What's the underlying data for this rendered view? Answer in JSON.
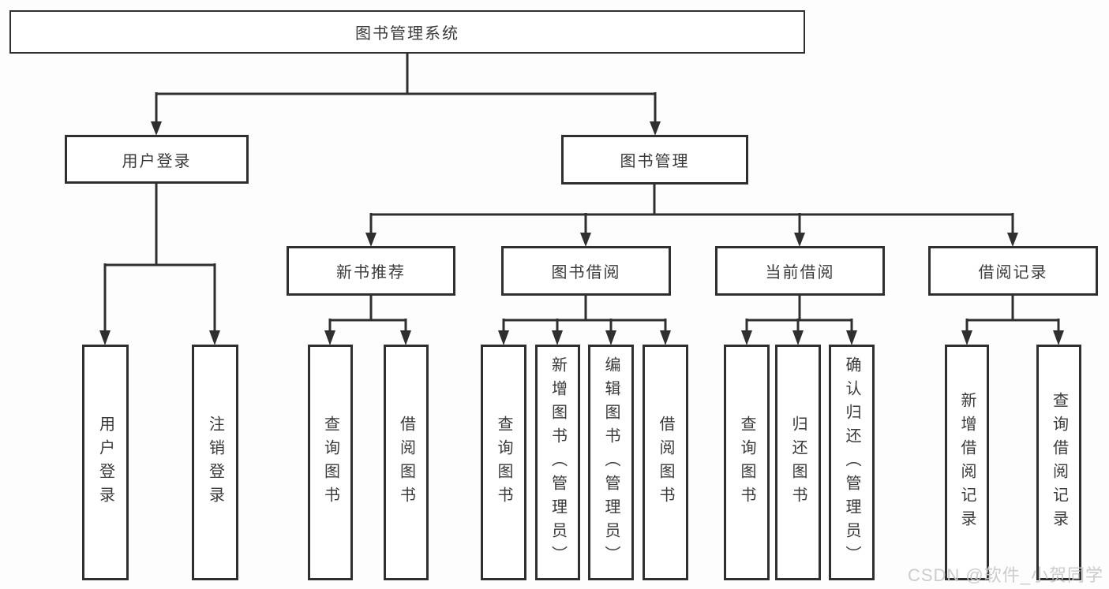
{
  "diagram_type": "hierarchy-tree",
  "tree": {
    "root": {
      "label": "图书管理系统",
      "children": [
        {
          "label": "用户登录",
          "children": [
            {
              "label": "用户登录"
            },
            {
              "label": "注销登录"
            }
          ]
        },
        {
          "label": "图书管理",
          "children": [
            {
              "label": "新书推荐",
              "children": [
                {
                  "label": "查询图书"
                },
                {
                  "label": "借阅图书"
                }
              ]
            },
            {
              "label": "图书借阅",
              "children": [
                {
                  "label": "查询图书"
                },
                {
                  "label": "新增图书（管理员）"
                },
                {
                  "label": "编辑图书（管理员）"
                },
                {
                  "label": "借阅图书"
                }
              ]
            },
            {
              "label": "当前借阅",
              "children": [
                {
                  "label": "查询图书"
                },
                {
                  "label": "归还图书"
                },
                {
                  "label": "确认归还（管理员）"
                }
              ]
            },
            {
              "label": "借阅记录",
              "children": [
                {
                  "label": "新增借阅记录"
                },
                {
                  "label": "查询借阅记录"
                }
              ]
            }
          ]
        }
      ]
    }
  },
  "watermark": {
    "text": "CSDN @软件_小贺同学"
  },
  "colors": {
    "line": "#2f2f2f",
    "box_border": "#2f2f2f",
    "box_fill": "#ffffff",
    "text": "#3a3a3a",
    "watermark": "#c9c9c9",
    "background": "#fdfdfd"
  }
}
